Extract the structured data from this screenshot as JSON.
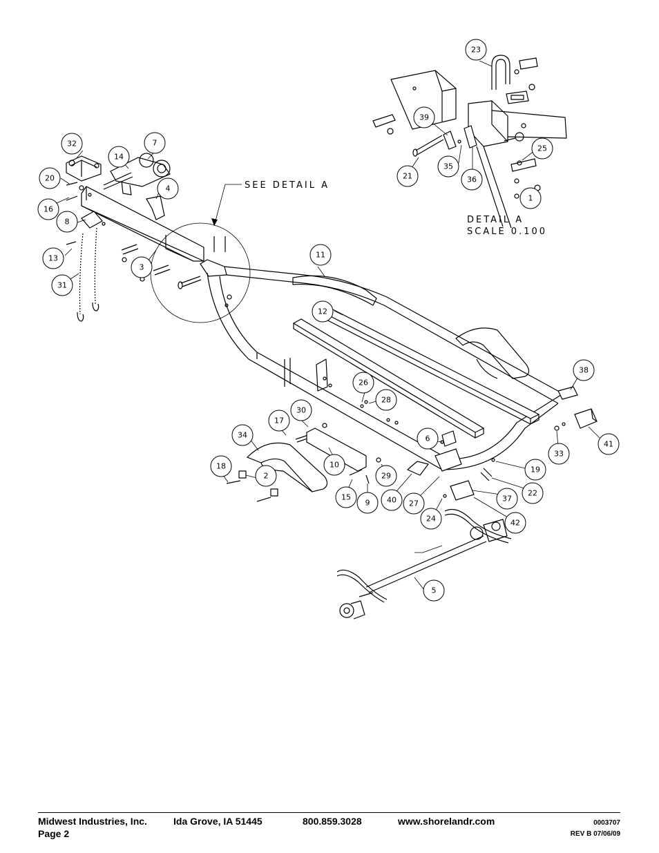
{
  "callouts": [
    {
      "id": "c1",
      "n": "1"
    },
    {
      "id": "c2",
      "n": "2"
    },
    {
      "id": "c3",
      "n": "3"
    },
    {
      "id": "c4",
      "n": "4"
    },
    {
      "id": "c5",
      "n": "5"
    },
    {
      "id": "c6",
      "n": "6"
    },
    {
      "id": "c7",
      "n": "7"
    },
    {
      "id": "c8",
      "n": "8"
    },
    {
      "id": "c9",
      "n": "9"
    },
    {
      "id": "c10",
      "n": "10"
    },
    {
      "id": "c11",
      "n": "11"
    },
    {
      "id": "c12",
      "n": "12"
    },
    {
      "id": "c13",
      "n": "13"
    },
    {
      "id": "c14",
      "n": "14"
    },
    {
      "id": "c15",
      "n": "15"
    },
    {
      "id": "c16",
      "n": "16"
    },
    {
      "id": "c17",
      "n": "17"
    },
    {
      "id": "c18",
      "n": "18"
    },
    {
      "id": "c19",
      "n": "19"
    },
    {
      "id": "c20",
      "n": "20"
    },
    {
      "id": "c21",
      "n": "21"
    },
    {
      "id": "c22",
      "n": "22"
    },
    {
      "id": "c23",
      "n": "23"
    },
    {
      "id": "c24",
      "n": "24"
    },
    {
      "id": "c25",
      "n": "25"
    },
    {
      "id": "c26",
      "n": "26"
    },
    {
      "id": "c27",
      "n": "27"
    },
    {
      "id": "c28",
      "n": "28"
    },
    {
      "id": "c29",
      "n": "29"
    },
    {
      "id": "c30",
      "n": "30"
    },
    {
      "id": "c31",
      "n": "31"
    },
    {
      "id": "c32",
      "n": "32"
    },
    {
      "id": "c33",
      "n": "33"
    },
    {
      "id": "c34",
      "n": "34"
    },
    {
      "id": "c35",
      "n": "35"
    },
    {
      "id": "c36",
      "n": "36"
    },
    {
      "id": "c37",
      "n": "37"
    },
    {
      "id": "c38",
      "n": "38"
    },
    {
      "id": "c39",
      "n": "39"
    },
    {
      "id": "c40",
      "n": "40"
    },
    {
      "id": "c41",
      "n": "41"
    },
    {
      "id": "c42",
      "n": "42"
    }
  ],
  "labels": {
    "see_detail": "SEE DETAIL A",
    "detail_title": "DETAIL A",
    "detail_scale": "SCALE 0.100"
  },
  "footer": {
    "company": "Midwest Industries, Inc.",
    "page": "Page 2",
    "location": "Ida Grove, IA  51445",
    "phone": "800.859.3028",
    "website": "www.shorelandr.com",
    "doc_number": "0003707",
    "revision": "REV B  07/06/09"
  }
}
